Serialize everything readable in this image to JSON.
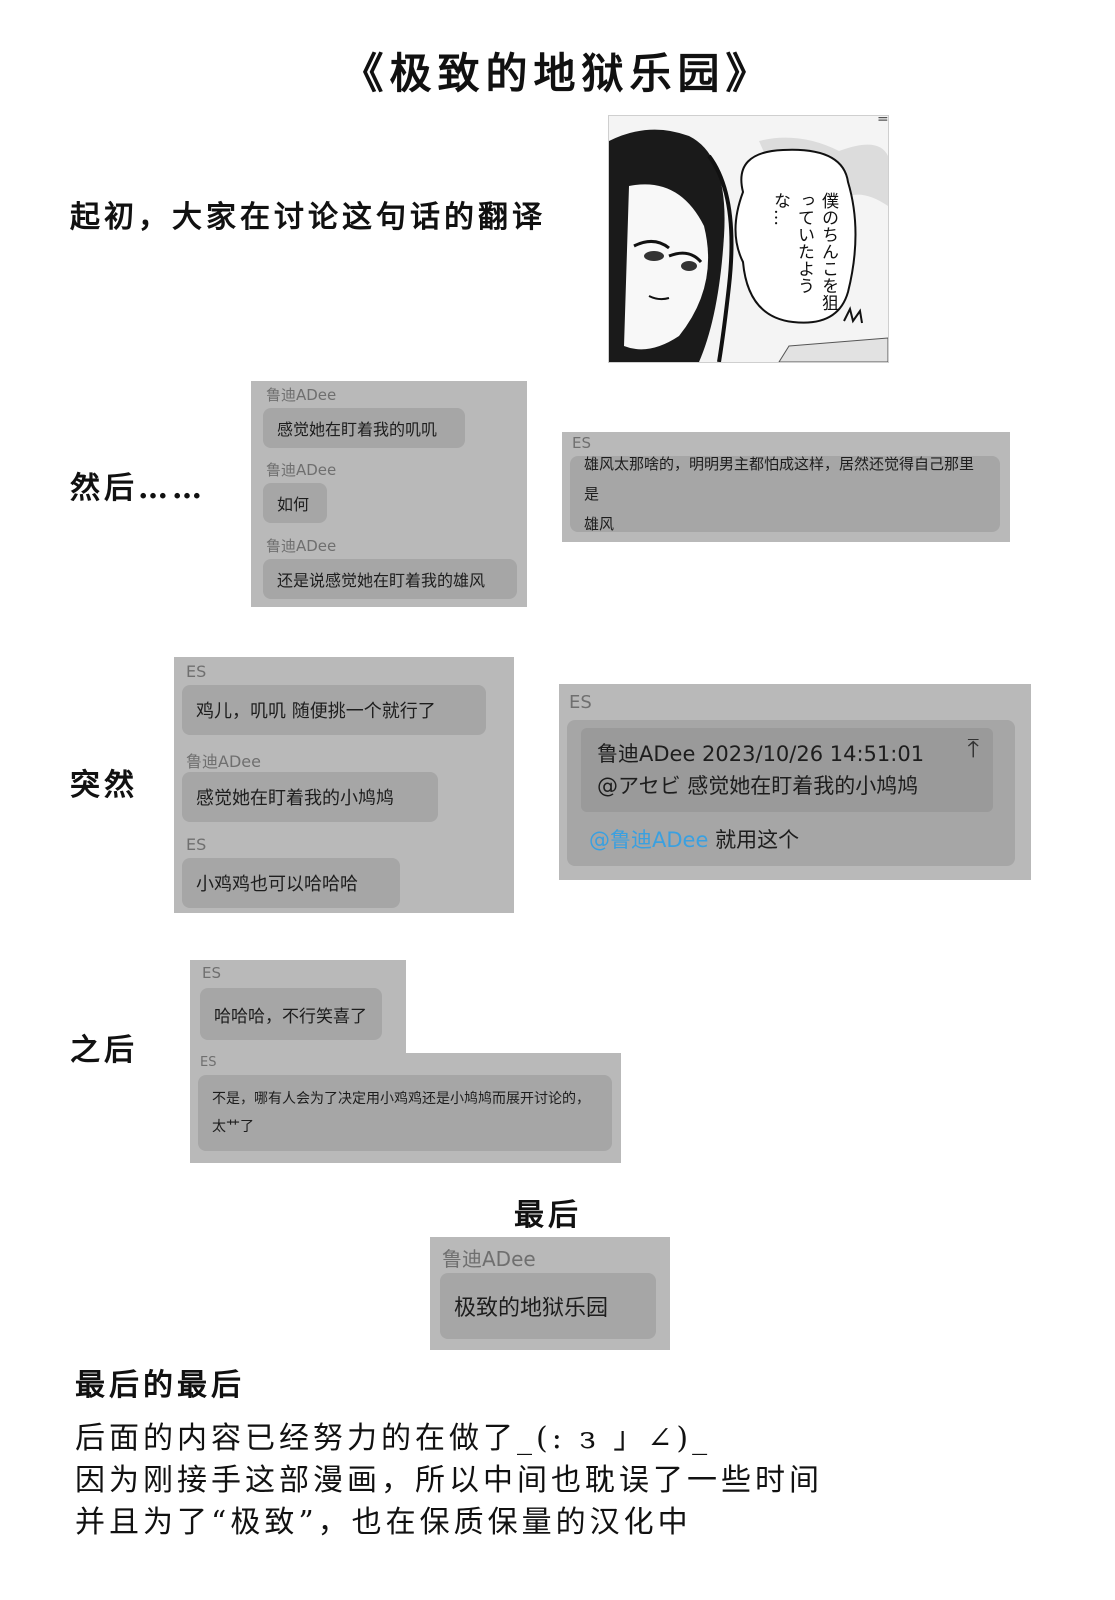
{
  "title": "《极致的地狱乐园》",
  "sections": {
    "s1": "起初，大家在讨论这句话的翻译",
    "s2": "然后……",
    "s3": "突然",
    "s4": "之后",
    "s5": "最后"
  },
  "manga": {
    "speech_text": "僕のちんこを狙っていたような…",
    "menu_glyph": "≡"
  },
  "chat2a": [
    {
      "user": "鲁迪ADee",
      "msg": "感觉她在盯着我的叽叽"
    },
    {
      "user": "鲁迪ADee",
      "msg": "如何"
    },
    {
      "user": "鲁迪ADee",
      "msg": "还是说感觉她在盯着我的雄风"
    }
  ],
  "chat2b": {
    "user": "ES",
    "msg_line1": "雄风太那啥的，明明男主都怕成这样，居然还觉得自己那里是",
    "msg_line2": "雄风"
  },
  "chat3a": [
    {
      "user": "ES",
      "msg": "鸡儿，叽叽 随便挑一个就行了"
    },
    {
      "user": "鲁迪ADee",
      "msg": "感觉她在盯着我的小鸠鸠"
    },
    {
      "user": "ES",
      "msg": "小鸡鸡也可以哈哈哈"
    }
  ],
  "chat3b": {
    "user": "ES",
    "quote_header": "鲁迪ADee  2023/10/26 14:51:01",
    "quote_text": "@アセビ 感觉她在盯着我的小鸠鸠",
    "mention": "@鲁迪ADee",
    "reply": " 就用这个",
    "pin_icon": "⤒"
  },
  "chat4": [
    {
      "user": "ES",
      "msg": "哈哈哈，不行笑喜了"
    },
    {
      "user": "ES",
      "msg_line1": "不是，哪有人会为了决定用小鸡鸡还是小鸠鸠而展开讨论的，",
      "msg_line2": "太艹了"
    }
  ],
  "chat5": {
    "user": "鲁迪ADee",
    "msg": "极致的地狱乐园"
  },
  "footer": {
    "heading": "最后的最后",
    "line1": "后面的内容已经努力的在做了_(: з 」∠)_",
    "line2": "因为刚接手这部漫画，所以中间也耽误了一些时间",
    "line3": "并且为了“极致”，也在保质保量的汉化中"
  },
  "colors": {
    "panel": "#b9b9b9",
    "bubble": "#a6a6a6",
    "mention": "#3aa0e0"
  }
}
